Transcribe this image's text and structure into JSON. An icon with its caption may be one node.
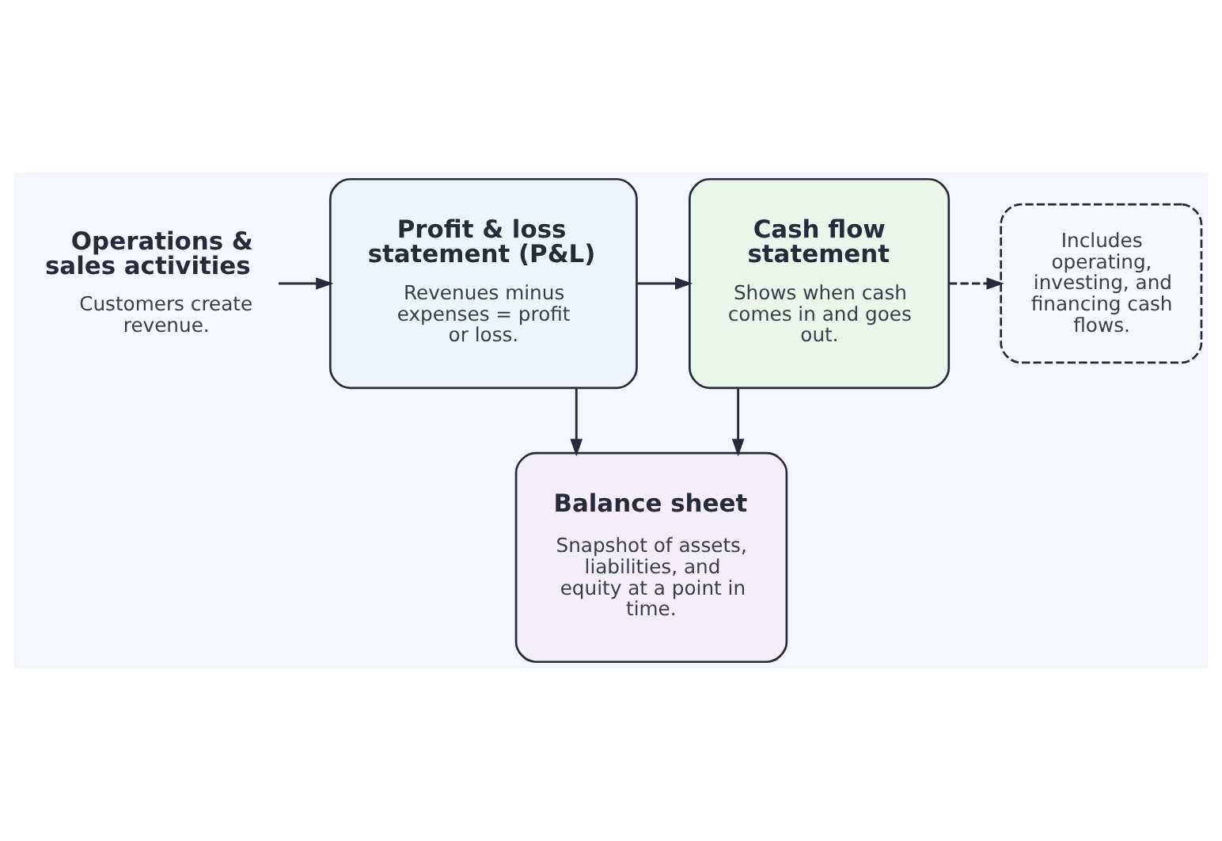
{
  "diagram": {
    "nodes": [
      {
        "text": [
          "Operations & sales activities",
          "Customers create revenue."
        ]
      },
      {
        "text": [
          "Profit & loss statement (P&L)",
          "Revenues minus expenses = profit or loss."
        ]
      },
      {
        "text": [
          "Cash flow statement",
          "Shows when cash comes in and goes out."
        ]
      },
      {
        "text": [
          "Includes operating, investing, and financing cash flows."
        ]
      },
      {
        "text": [
          "Balance sheet",
          "Snapshot of assets, liabilities, and equity at a point in time."
        ]
      }
    ],
    "edges": [
      {
        "from": 0,
        "to": 1,
        "arrow": "to"
      },
      {
        "from": 1,
        "to": 2,
        "arrow": "to"
      },
      {
        "from": 2,
        "to": 3,
        "arrow": "to",
        "style": "dashed"
      },
      {
        "from": 1,
        "to": 4,
        "arrow": "to"
      },
      {
        "from": 2,
        "to": 4,
        "arrow": "to"
      }
    ]
  }
}
